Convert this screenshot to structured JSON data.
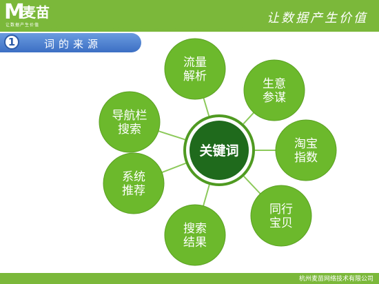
{
  "header": {
    "logo_letter": "M",
    "logo_text": "麦苗",
    "logo_slogan": "让数据产生价值",
    "slogan": "让数据产生价值"
  },
  "section": {
    "number": "1",
    "title": "词的来源"
  },
  "diagram": {
    "center": "关键词",
    "sources": [
      {
        "lines": [
          "流量",
          "解析"
        ]
      },
      {
        "lines": [
          "生意",
          "参谋"
        ]
      },
      {
        "lines": [
          "淘宝",
          "指数"
        ]
      },
      {
        "lines": [
          "同行",
          "宝贝"
        ]
      },
      {
        "lines": [
          "搜索",
          "结果"
        ]
      },
      {
        "lines": [
          "系统",
          "推荐"
        ]
      },
      {
        "lines": [
          "导航栏",
          "搜索"
        ]
      }
    ],
    "colors": {
      "node": "#6cb92c",
      "node_edge": "#5aa022",
      "connector": "#8cc95a",
      "center_ring": "#4f9a21",
      "center_fill": "#1f6a1c"
    }
  },
  "footer": {
    "company": "杭州麦苗网络技术有限公司"
  }
}
